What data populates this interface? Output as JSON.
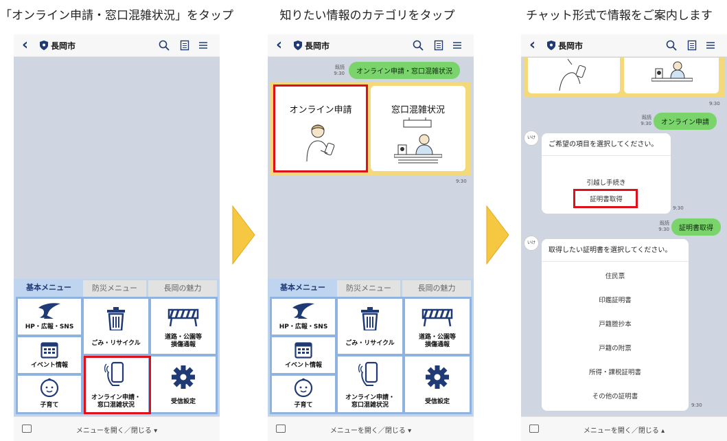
{
  "steps": [
    {
      "title": "「オンライン申請・窓口混雑状況」をタップ"
    },
    {
      "title": "知りたい情報のカテゴリをタップ"
    },
    {
      "title": "チャット形式で情報をご案内します"
    }
  ],
  "app": {
    "account_name": "長岡市",
    "menu_toggle": "メニューを開く／閉じる ▾",
    "menu_toggle_up": "メニューを開く／閉じる ▴"
  },
  "rich_menu": {
    "tabs": [
      "基本メニュー",
      "防災メニュー",
      "長岡の魅力"
    ],
    "items": {
      "hp": "HP・広報・SNS",
      "gomi": "ごみ・リサイクル",
      "road_1": "道路・公園等",
      "road_2": "損傷通報",
      "event": "イベント情報",
      "online_1": "オンライン申請・",
      "online_2": "窓口混雑状況",
      "settings": "受信設定",
      "kosodate": "子育て"
    }
  },
  "chat2": {
    "user_message": "オンライン申請・窓口混雑状況",
    "read_label": "既読",
    "read_time": "9:30",
    "card_online": "オンライン申請",
    "card_window": "窓口混雑状況",
    "bot_time": "9:30"
  },
  "chat3": {
    "time_1": "9:30",
    "read_label": "既読",
    "msg_online": "オンライン申請",
    "msg_online_time": "9:30",
    "bot_avatar": "いけ\nおけ",
    "q1_head": "ご希望の項目を選択してください。",
    "q1_options": [
      "引越し手続き",
      "証明書取得"
    ],
    "q1_time": "9:30",
    "msg_cert": "証明書取得",
    "msg_cert_time": "9:30",
    "q2_head": "取得したい証明書を選択してください。",
    "q2_options": [
      "住民票",
      "印鑑証明書",
      "戸籍謄抄本",
      "戸籍の附票",
      "所得・課税証明書",
      "その他の証明書"
    ],
    "q2_time": "9:30"
  },
  "colors": {
    "accent_red": "#e0101a",
    "line_green": "#7ad46b",
    "menu_blue": "#bfd4ef",
    "arrow_yellow": "#f6c842"
  }
}
